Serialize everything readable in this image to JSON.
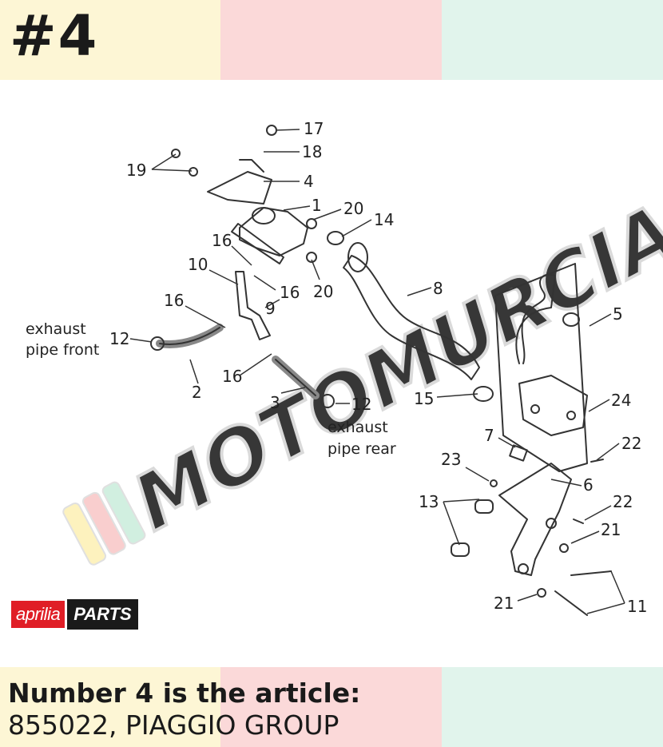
{
  "header": {
    "number": "#4"
  },
  "colors": {
    "band_yellow": "#fdf6d5",
    "band_pink": "#fbd9d9",
    "band_mint": "#e1f4ec",
    "logo_red": "#e01e26"
  },
  "watermark": {
    "text": "MOTOMURCIA"
  },
  "logo": {
    "brand": "aprilia",
    "suffix": "PARTS"
  },
  "diagram": {
    "callouts": [
      "17",
      "18",
      "19",
      "4",
      "1",
      "20",
      "14",
      "16",
      "10",
      "16",
      "20",
      "9",
      "8",
      "5",
      "16",
      "12",
      "2",
      "16",
      "3",
      "12",
      "15",
      "24",
      "7",
      "22",
      "23",
      "6",
      "13",
      "22",
      "21",
      "21",
      "11"
    ],
    "labels": {
      "front_line1": "exhaust",
      "front_line2": "pipe front",
      "rear_line1": "exhaust",
      "rear_line2": "pipe rear"
    }
  },
  "footer": {
    "title": "Number 4 is the article:",
    "subtitle": "855022, PIAGGIO GROUP"
  }
}
